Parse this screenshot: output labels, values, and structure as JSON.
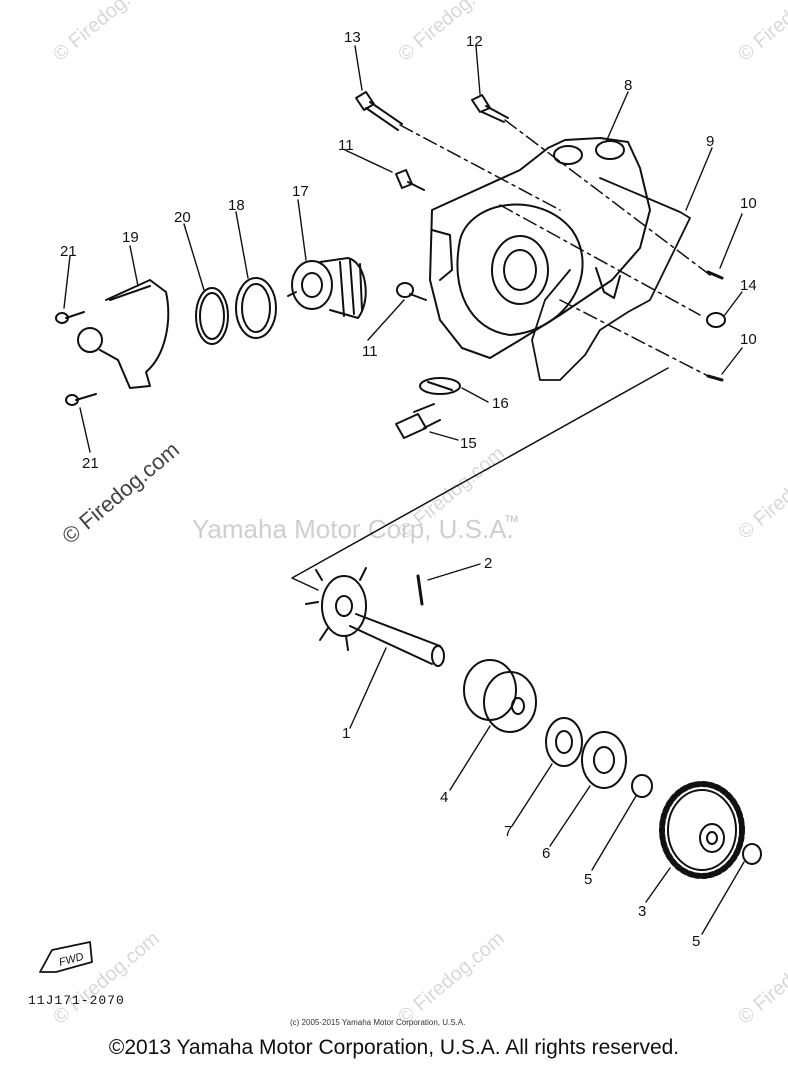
{
  "diagram": {
    "watermark": "© Firedog.com",
    "center_mark": "Yamaha Motor Corp, U.S.A.",
    "tm": "TM",
    "fwd_label": "FWD",
    "part_code": "11J171-2070",
    "small_copyright": "(c) 2005-2015 Yamaha Motor Corporation, U.S.A.",
    "parts": [
      {
        "num": "1"
      },
      {
        "num": "2"
      },
      {
        "num": "3"
      },
      {
        "num": "4"
      },
      {
        "num": "5"
      },
      {
        "num": "5"
      },
      {
        "num": "6"
      },
      {
        "num": "7"
      },
      {
        "num": "8"
      },
      {
        "num": "9"
      },
      {
        "num": "10"
      },
      {
        "num": "10"
      },
      {
        "num": "11"
      },
      {
        "num": "11"
      },
      {
        "num": "12"
      },
      {
        "num": "13"
      },
      {
        "num": "14"
      },
      {
        "num": "15"
      },
      {
        "num": "16"
      },
      {
        "num": "17"
      },
      {
        "num": "18"
      },
      {
        "num": "19"
      },
      {
        "num": "20"
      },
      {
        "num": "21"
      },
      {
        "num": "21"
      }
    ]
  },
  "footer": {
    "copyright": "©2013 Yamaha Motor Corporation, U.S.A. All rights reserved."
  }
}
